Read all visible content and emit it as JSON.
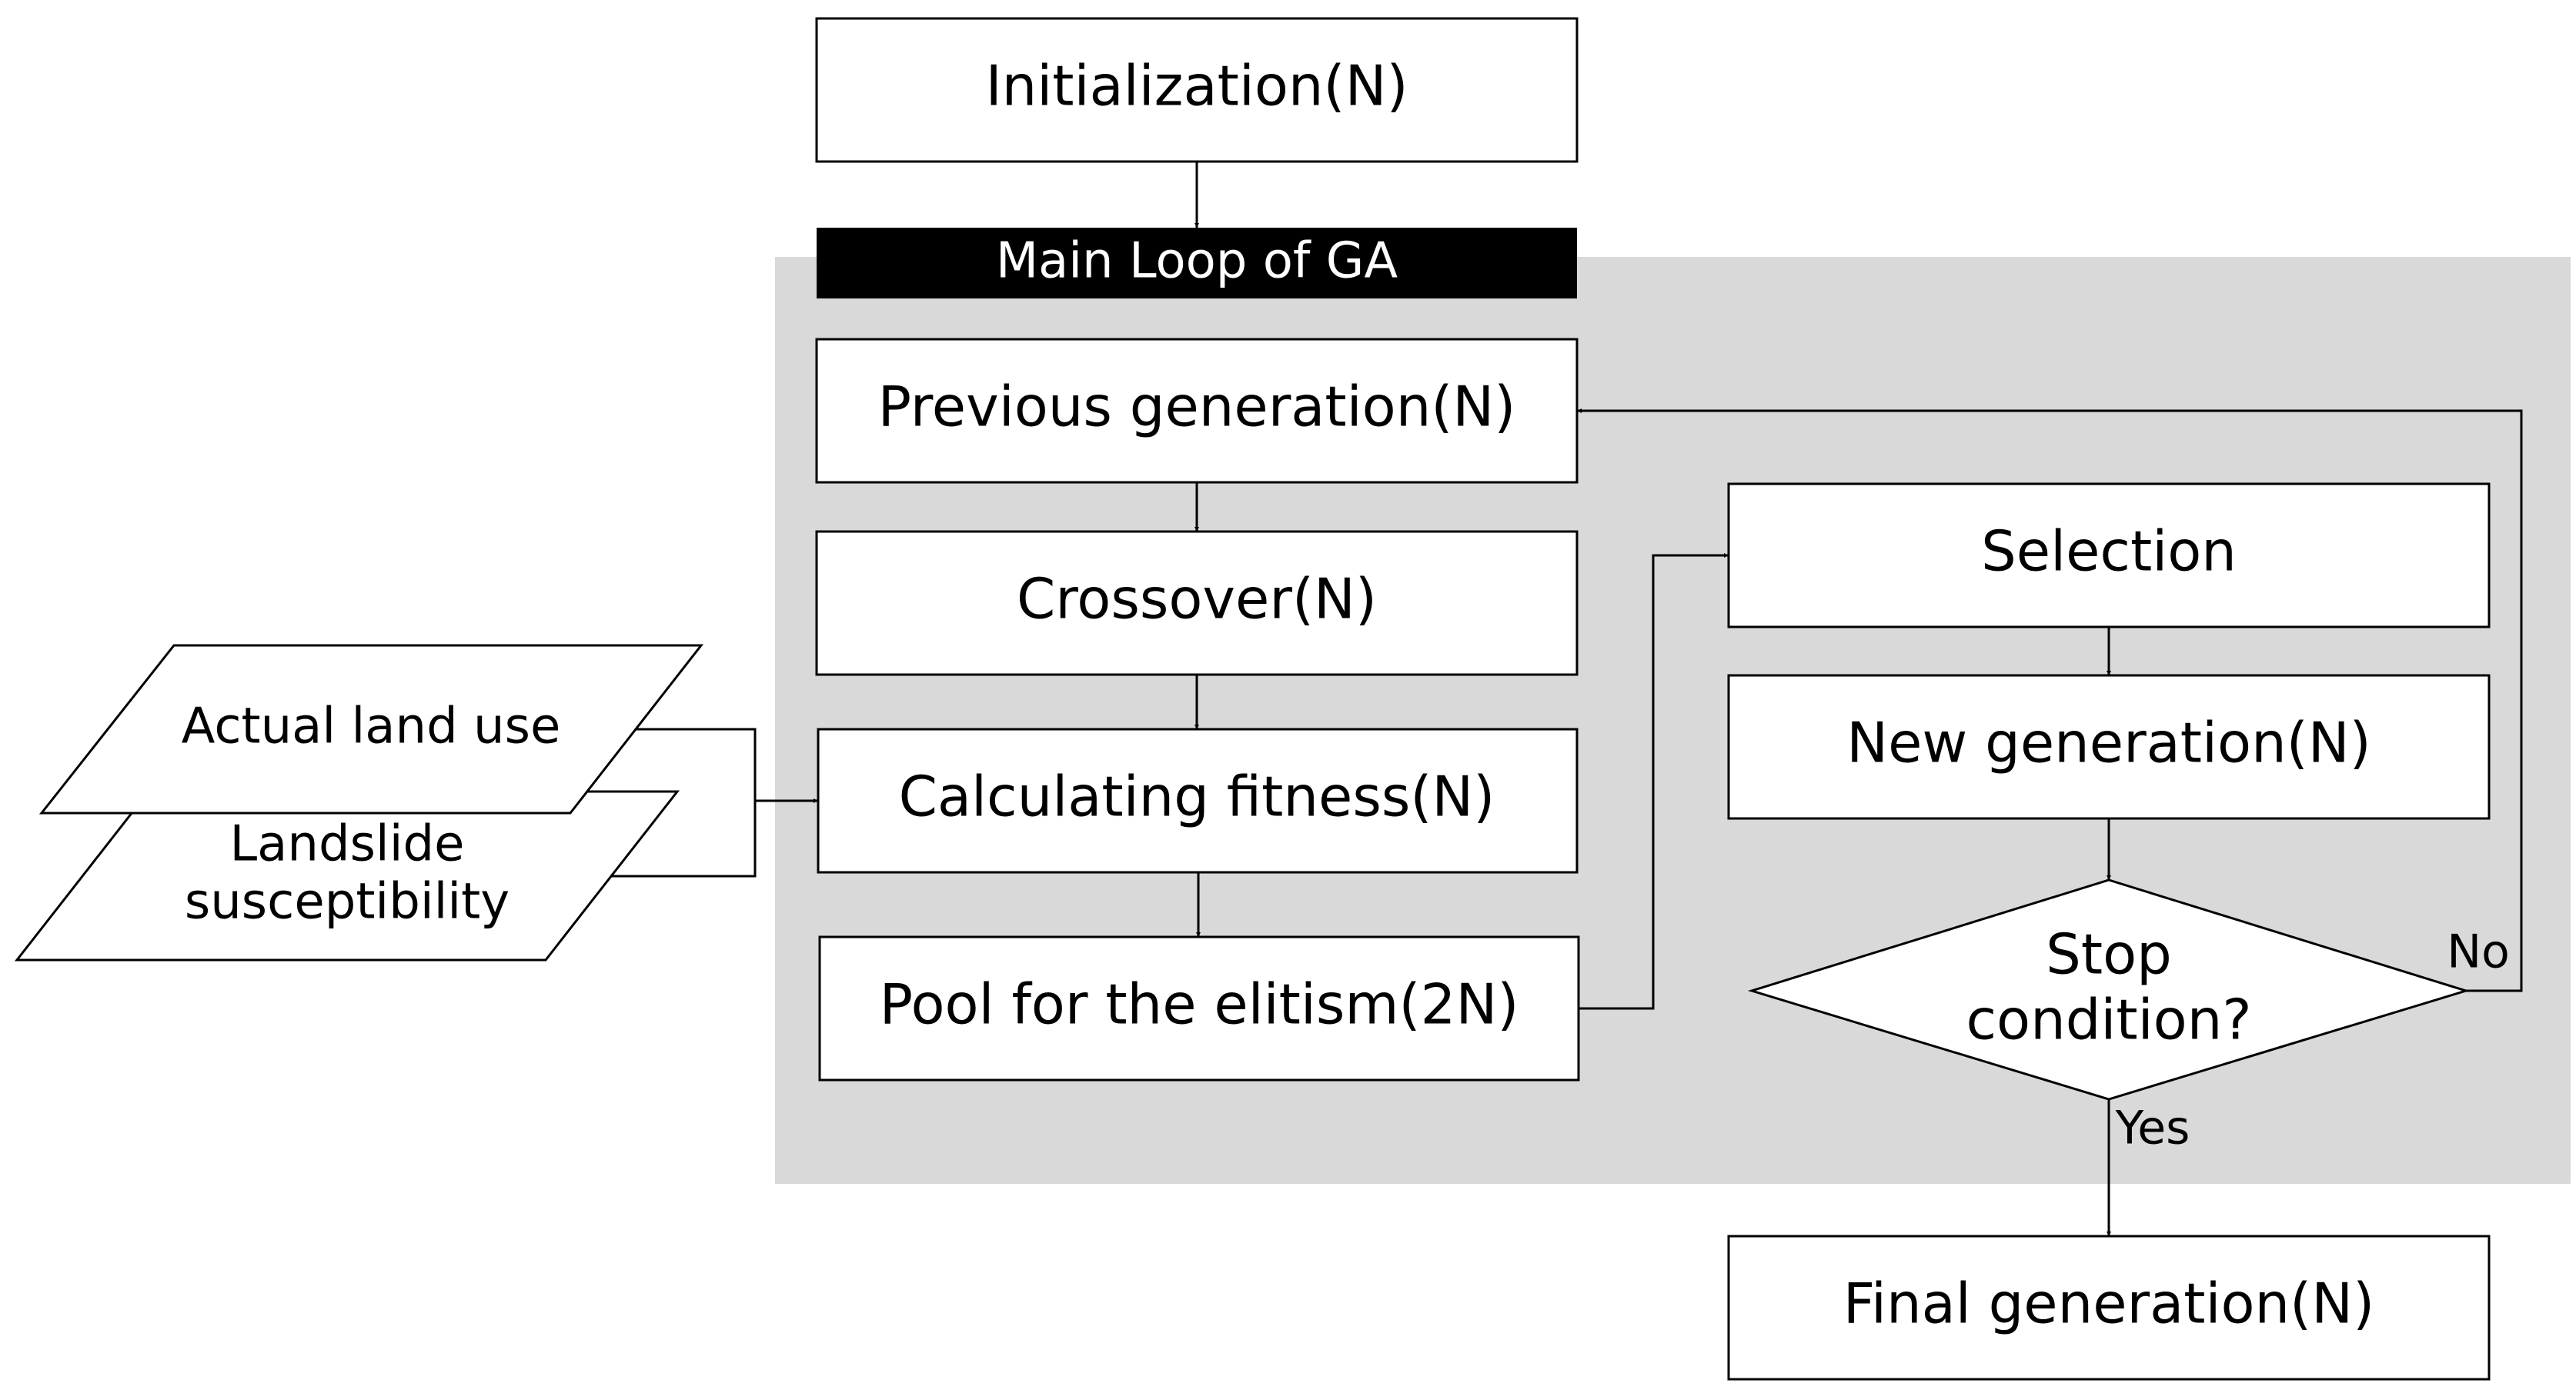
{
  "diagram": {
    "loop_title": "Main Loop of GA",
    "nodes": {
      "initialization": "Initialization(N)",
      "previous_generation": "Previous generation(N)",
      "crossover": "Crossover(N)",
      "calculating_fitness": "Calculating fitness(N)",
      "pool_elitism": "Pool for the elitism(2N)",
      "selection": "Selection",
      "new_generation": "New generation(N)",
      "stop_condition_line1": "Stop",
      "stop_condition_line2": "condition?",
      "final_generation": "Final generation(N)"
    },
    "inputs": {
      "actual_land_use": "Actual land use",
      "landslide_line1": "Landslide",
      "landslide_line2": "susceptibility"
    },
    "edge_labels": {
      "no": "No",
      "yes": "Yes"
    },
    "colors": {
      "loop_background": "#d9d9d9",
      "loop_title_background": "#000000",
      "box_fill": "#ffffff",
      "stroke": "#000000"
    }
  }
}
